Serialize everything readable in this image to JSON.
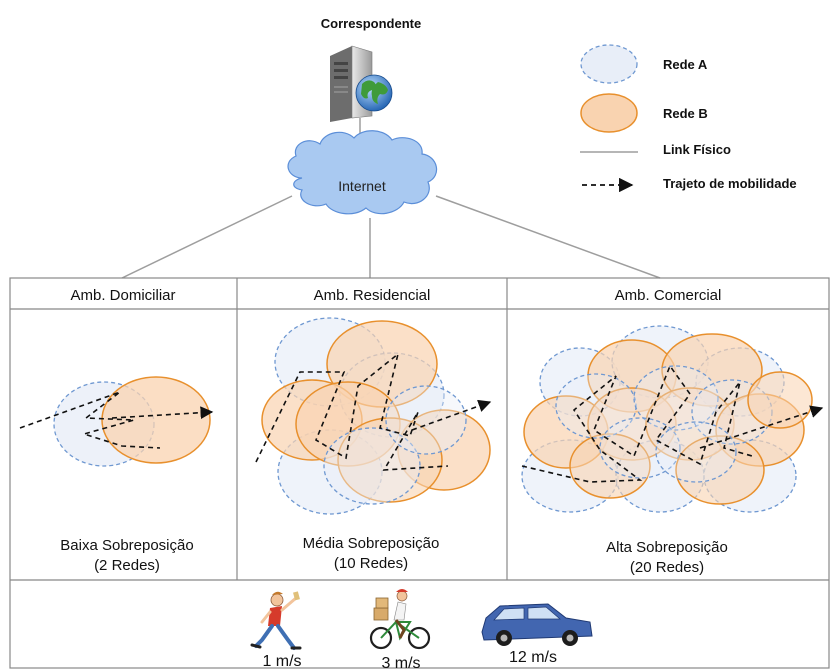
{
  "correspondent": {
    "title": "Correspondente",
    "server_icon": "server-globe-icon"
  },
  "internet": {
    "label": "Internet",
    "icon": "cloud-icon"
  },
  "legend": {
    "network_a": "Rede A",
    "network_b": "Rede B",
    "physical_link": "Link Físico",
    "mobility_path": "Trajeto de mobilidade"
  },
  "colors": {
    "network_a_fill": "#e8eef8",
    "network_a_stroke": "#6f98d1",
    "network_b_fill": "#f9d3b0",
    "network_b_stroke": "#e8902d",
    "cloud_fill": "#a9c9f1",
    "cloud_stroke": "#5b8ed8",
    "link": "#9e9e9e"
  },
  "environments": [
    {
      "header": "Amb. Domiciliar",
      "overlap": "Baixa Sobreposição",
      "count": "(2 Redes)"
    },
    {
      "header": "Amb. Residencial",
      "overlap": "Média Sobreposição",
      "count": "(10 Redes)"
    },
    {
      "header": "Amb. Comercial",
      "overlap": "Alta Sobreposição",
      "count": "(20 Redes)"
    }
  ],
  "speeds": [
    {
      "label": "1 m/s",
      "icon": "walking-person-icon"
    },
    {
      "label": "3 m/s",
      "icon": "bicycle-courier-icon"
    },
    {
      "label": "12 m/s",
      "icon": "car-icon"
    }
  ]
}
